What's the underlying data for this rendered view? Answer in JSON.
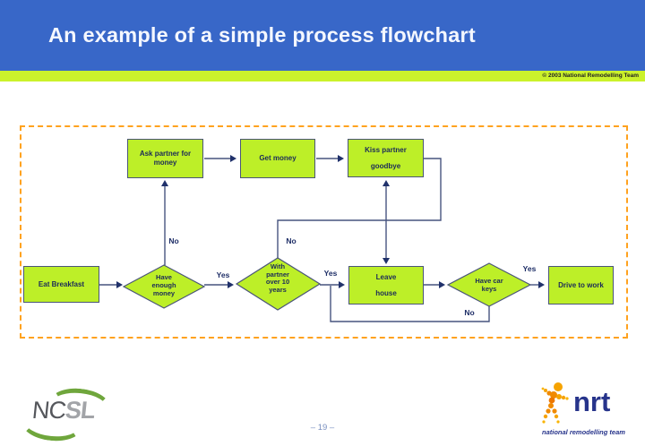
{
  "header": {
    "title": "An example of a simple process flowchart",
    "copyright": "© 2003  National Remodelling Team"
  },
  "flowchart": {
    "boxes": [
      {
        "name": "ask-partner-for-money",
        "label": "Ask partner for money",
        "lines": [
          "Ask partner for",
          "money"
        ]
      },
      {
        "name": "get-money",
        "label": "Get money",
        "lines": [
          "Get money"
        ]
      },
      {
        "name": "kiss-partner-goodbye",
        "label": "Kiss partner goodbye",
        "lines": [
          "Kiss partner",
          "goodbye"
        ]
      },
      {
        "name": "eat-breakfast",
        "label": "Eat Breakfast",
        "lines": [
          "Eat Breakfast"
        ]
      },
      {
        "name": "leave-house",
        "label": "Leave house",
        "lines": [
          "Leave",
          "house"
        ]
      },
      {
        "name": "drive-to-work",
        "label": "Drive to work",
        "lines": [
          "Drive to work"
        ]
      }
    ],
    "decisions": [
      {
        "name": "have-enough-money",
        "label": "Have enough money",
        "lines": [
          "Have",
          "enough",
          "money"
        ]
      },
      {
        "name": "with-partner-over-10-years",
        "label": "With partner over 10 years",
        "lines": [
          "With",
          "partner",
          "over 10",
          "years"
        ]
      },
      {
        "name": "have-car-keys",
        "label": "Have car keys",
        "lines": [
          "Have car",
          "keys"
        ]
      }
    ],
    "edge_labels": [
      {
        "name": "no-to-ask-partner",
        "text": "No"
      },
      {
        "name": "yes-to-with-partner",
        "text": "Yes"
      },
      {
        "name": "no-to-kiss-partner",
        "text": "No"
      },
      {
        "name": "yes-to-leave-house",
        "text": "Yes"
      },
      {
        "name": "yes-to-drive-to-work",
        "text": "Yes"
      },
      {
        "name": "no-back-to-leave-house",
        "text": "No"
      }
    ]
  },
  "footer": {
    "page_number": "– 19 –",
    "ncsl_logo": {
      "nc": "NC",
      "sl": "SL"
    },
    "nrt_logo": {
      "name": "nrt",
      "tagline": "national remodelling team"
    }
  },
  "colors": {
    "header_blue": "#3867C8",
    "strip_green": "#CBF22B",
    "node_green": "#BDEF28",
    "node_border": "#4A5578",
    "line_navy": "#47547F",
    "arrow_navy": "#20316B",
    "dashed_orange": "#FFA21F"
  }
}
